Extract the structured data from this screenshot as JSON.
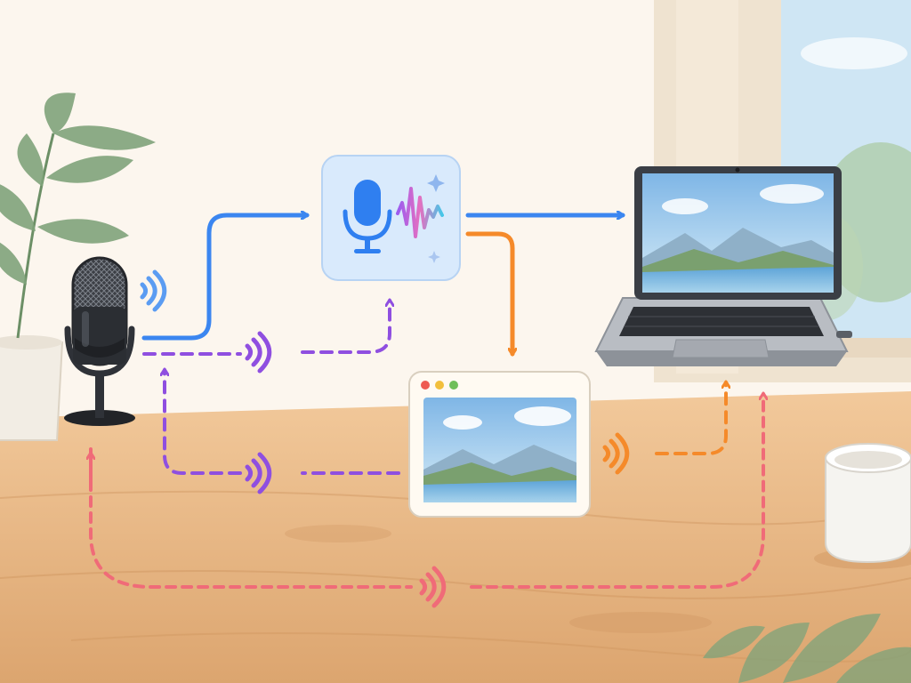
{
  "scene": {
    "colors": {
      "wall": "#fbf3e8",
      "window_frame": "#efe3d0",
      "sky": "#cfe6f4",
      "desk_light": "#f2c99b",
      "desk_dark": "#dca56f",
      "plant": "#7fa37a",
      "cup": "#f5f4f0"
    }
  },
  "diagram": {
    "nodes": [
      {
        "id": "microphone",
        "icon": "studio-microphone-icon",
        "color": "#2f3238"
      },
      {
        "id": "voice-ai-app",
        "icon": "voice-assistant-app-icon",
        "color": "#2f7ff0",
        "background": "#d9eafc"
      },
      {
        "id": "laptop",
        "icon": "laptop-icon",
        "color": "#5a5f66"
      },
      {
        "id": "image-window",
        "icon": "landscape-image-window-icon",
        "color": "#fffaf2"
      }
    ],
    "connections": [
      {
        "id": "mic-to-app",
        "style": "solid",
        "color": "#3b86f0"
      },
      {
        "id": "app-to-laptop",
        "style": "solid",
        "color": "#3b86f0"
      },
      {
        "id": "app-to-image",
        "style": "solid",
        "color": "#f58a2a"
      },
      {
        "id": "mic-to-app-broadcast",
        "style": "dashed",
        "color": "#8f4fe0"
      },
      {
        "id": "image-to-mic-broadcast",
        "style": "dashed",
        "color": "#8f4fe0"
      },
      {
        "id": "image-to-laptop-broadcast",
        "style": "dashed",
        "color": "#f58a2a"
      },
      {
        "id": "laptop-mic-loop",
        "style": "dashed",
        "color": "#f06b78"
      }
    ],
    "signal_icons": [
      {
        "id": "mic-signal",
        "color": "#5b9cf2"
      },
      {
        "id": "purple-signal-top",
        "color": "#8f4fe0"
      },
      {
        "id": "purple-signal-bottom",
        "color": "#8f4fe0"
      },
      {
        "id": "orange-signal",
        "color": "#f58a2a"
      },
      {
        "id": "red-signal",
        "color": "#f06b78"
      }
    ],
    "window_dots": [
      "#ee5b52",
      "#f2bf3c",
      "#6fbf5a"
    ]
  }
}
